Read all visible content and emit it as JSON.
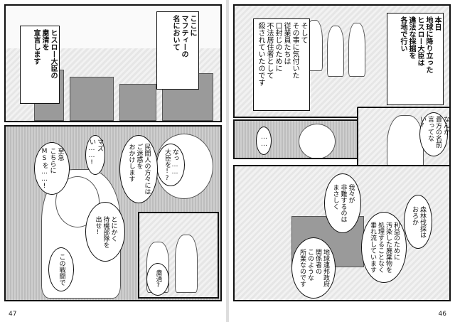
{
  "pages": {
    "left": {
      "number": "47"
    },
    "right": {
      "number": "46"
    }
  },
  "text": {
    "lp1_caption_a": "ここに\nマフティーの\n名において",
    "lp1_caption_b": "ヒスロー大臣の\n粛清を\n宣言します",
    "lp2_b1": "なっ……\n大臣を!?",
    "lp2_b2": "民間人の方々には\nご迷惑を\nおかけします",
    "lp2_b3": "マズい……!",
    "lp2_b4": "至急\nこちらに\nMSを……!",
    "lp2_b5": "とにかく\n待機部隊を\n出せ!",
    "lp2_b6": "この戦闘で",
    "lp2_b7": "粛清?",
    "rp1_b1": "本日\n地球に降り立った\nヒスロー大臣は\n違法な採掘を\n各地で行い",
    "rp1_b2": "そして\nその事に気付いた\n従業員たちは\n口封じのために\n不法居住者として\n殺されていたのです",
    "rp2_b1": "なんか\n貴方の名前\n言ってない?",
    "rp2_b2": "……",
    "rp3_b1": "我々が\n非難するのは\nまさしく",
    "rp3_b2": "森林伐採は\nおろか",
    "rp3_b3": "利益のために\n汚染した廃棄物を\n処理することなく\n垂れ流しています",
    "rp3_b4": "地球連邦政府\n関係者の\nこのような\n所業なのです"
  }
}
